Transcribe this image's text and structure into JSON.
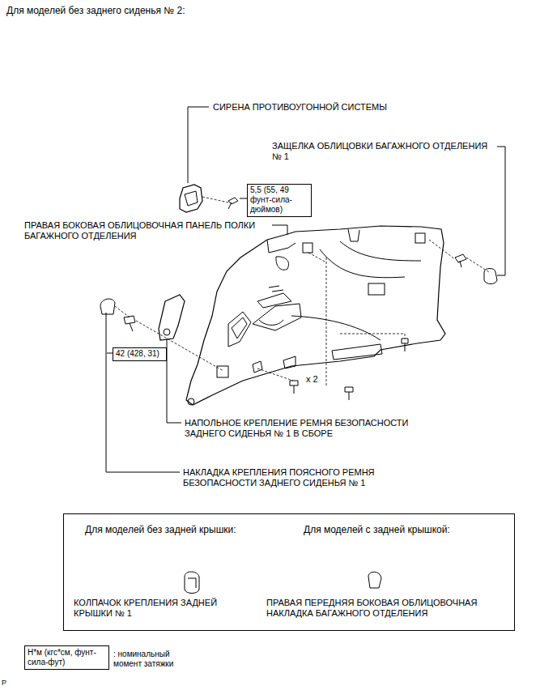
{
  "diagram": {
    "title": "Для моделей без заднего сиденья № 2:",
    "nodes": [
      {
        "text": [
          "5,5 (55, 49 фунт-сила-дюймов)"
        ]
      },
      {
        "text": [
          "42 (428, 31)"
        ]
      },
      {
        "text": [
          "Для моделей без задней крышки:",
          "Для моделей с задней крышкой:",
          "КОЛПАЧОК КРЕПЛЕНИЯ ЗАДНЕЙ КРЫШКИ № 1",
          "ПРАВАЯ ПЕРЕДНЯЯ БОКОВАЯ ОБЛИЦОВОЧНАЯ НАКЛАДКА БАГАЖНОГО ОТДЕЛЕНИЯ"
        ]
      },
      {
        "text": [
          "Н*м (кгс*см, фунт-сила-фут)"
        ]
      }
    ],
    "labels": [
      "СИРЕНА ПРОТИВОУГОННОЙ СИСТЕМЫ",
      "ЗАЩЕЛКА ОБЛИЦОВКИ БАГАЖНОГО ОТДЕЛЕНИЯ № 1",
      "ПРАВАЯ БОКОВАЯ ОБЛИЦОВОЧНАЯ ПАНЕЛЬ ПОЛКИ БАГАЖНОГО ОТДЕЛЕНИЯ",
      "x 2",
      "НАПОЛЬНОЕ КРЕПЛЕНИЕ РЕМНЯ БЕЗОПАСНОСТИ ЗАДНЕГО СИДЕНЬЯ № 1 В СБОРЕ",
      "НАКЛАДКА КРЕПЛЕНИЯ ПОЯСНОГО РЕМНЯ БЕЗОПАСНОСТИ ЗАДНЕГО СИДЕНЬЯ № 1",
      ": номинальный момент затяжки",
      "P"
    ]
  }
}
